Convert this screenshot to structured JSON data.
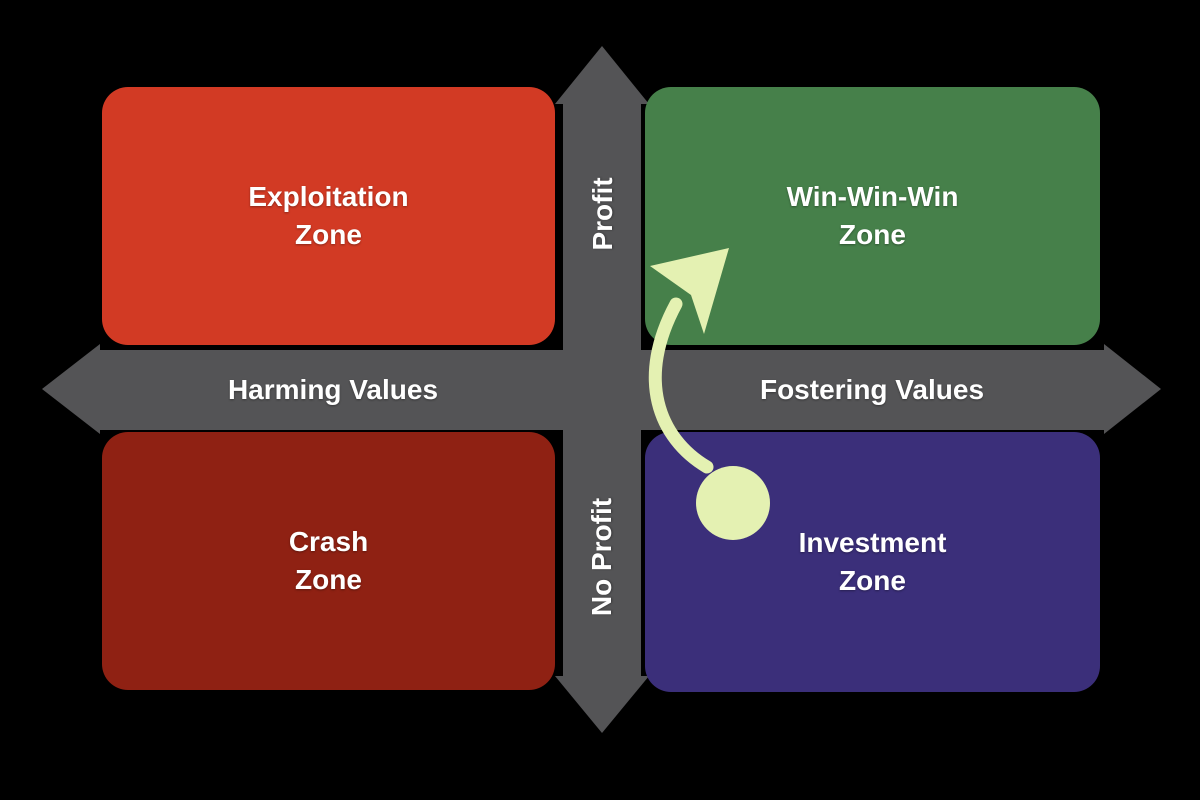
{
  "diagram": {
    "background_color": "#000000",
    "quadrants": [
      {
        "name": "exploitation-zone",
        "lines": [
          "Exploitation",
          "Zone"
        ],
        "color": "#d23a24",
        "text_color": "#ffffff",
        "position": "top-left"
      },
      {
        "name": "win-win-win-zone",
        "lines": [
          "Win-Win-Win",
          "Zone"
        ],
        "color": "#46804a",
        "text_color": "#ffffff",
        "position": "top-right"
      },
      {
        "name": "crash-zone",
        "lines": [
          "Crash",
          "Zone"
        ],
        "color": "#8f2113",
        "text_color": "#ffffff",
        "position": "bottom-left"
      },
      {
        "name": "investment-zone",
        "lines": [
          "Investment",
          "Zone"
        ],
        "color": "#3b2f7a",
        "text_color": "#ffffff",
        "position": "bottom-right"
      }
    ],
    "axes": {
      "color": "#545456",
      "label_color": "#ffffff",
      "vertical": {
        "top_label": "Profit",
        "bottom_label": "No Profit"
      },
      "horizontal": {
        "left_label": "Harming Values",
        "right_label": "Fostering Values"
      }
    },
    "annotation": {
      "color": "#e4f1b2",
      "shape": "circle with curved arrow from Investment Zone to Win-Win-Win Zone"
    }
  }
}
